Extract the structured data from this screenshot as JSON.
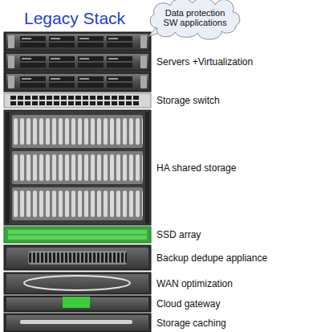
{
  "diagram": {
    "title": "Legacy Stack",
    "nodes": [
      {
        "text": [
          "Data protection SW applications"
        ]
      },
      {
        "text": [
          "Servers +Virtualization"
        ]
      },
      {
        "text": [
          "Storage switch"
        ]
      },
      {
        "text": [
          "HA shared storage"
        ]
      },
      {
        "text": [
          "SSD array"
        ]
      },
      {
        "text": [
          "Backup dedupe appliance"
        ]
      },
      {
        "text": [
          "WAN optimization"
        ]
      },
      {
        "text": [
          "Cloud gateway"
        ]
      },
      {
        "text": [
          "Storage caching"
        ]
      }
    ]
  }
}
